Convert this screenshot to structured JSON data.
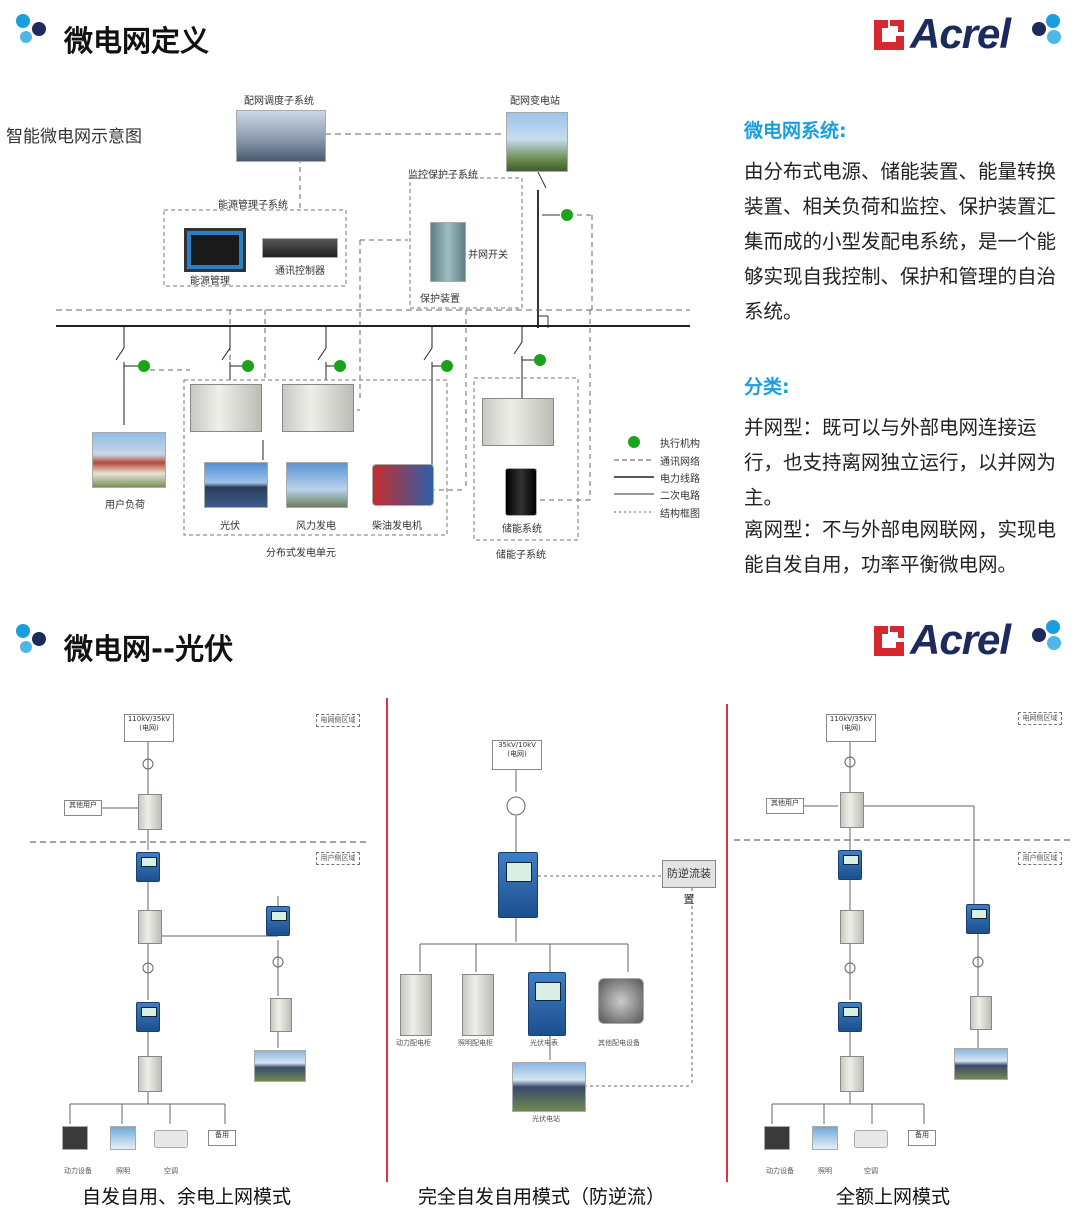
{
  "section1": {
    "title": "微电网定义",
    "logo_text": "Acrel",
    "diagram": {
      "main_label": "智能微电网示意图",
      "nodes": {
        "dispatch": "配网调度子系统",
        "substation": "配网变电站",
        "protection_sys": "监控保护子系统",
        "energy_mgmt_sys": "能源管理子系统",
        "energy_mgmt": "能源管理",
        "comm_controller": "通讯控制器",
        "grid_switch": "并网开关",
        "protection_device": "保护装置",
        "user_load": "用户负荷",
        "pv": "光伏",
        "wind": "风力发电",
        "diesel": "柴油发电机",
        "distributed_unit": "分布式发电单元",
        "storage_system": "储能系统",
        "storage_subsystem": "储能子系统"
      },
      "legend": [
        "执行机构",
        "通讯网络",
        "电力线路",
        "二次电路",
        "结构框图"
      ]
    },
    "side": {
      "heading1": "微电网系统:",
      "para1": "由分布式电源、储能装置、能量转换装置、相关负荷和监控、保护装置汇集而成的小型发配电系统，是一个能够实现自我控制、保护和管理的自治系统。",
      "heading2": "分类:",
      "para2": "并网型：既可以与外部电网连接运行，也支持离网独立运行，以并网为主。",
      "para3": "离网型：不与外部电网联网，实现电能自发自用，功率平衡微电网。"
    }
  },
  "section2": {
    "title": "微电网--光伏",
    "logo_text": "Acrel",
    "panels": [
      {
        "caption": "自发自用、余电上网模式",
        "grid": "110kV/35kV",
        "grid_sub": "(电网)",
        "grid_region": "电网侧区域",
        "user_region": "用户侧区域",
        "other_user": "其他用户",
        "loads": [
          "动力设备",
          "照明",
          "空调",
          "备用"
        ]
      },
      {
        "caption": "完全自发自用模式（防逆流）",
        "grid": "35kV/10kV",
        "grid_sub": "(电网)",
        "anti_backflow": "防逆流装置",
        "loads": [
          "动力配电柜",
          "照明配电柜",
          "光伏电表",
          "其他配电设备"
        ],
        "pv_station": "光伏电站"
      },
      {
        "caption": "全额上网模式",
        "grid": "110kV/35kV",
        "grid_sub": "(电网)",
        "grid_region": "电网侧区域",
        "user_region": "用户侧区域",
        "other_user": "其他用户",
        "loads": [
          "动力设备",
          "照明",
          "空调",
          "备用"
        ]
      }
    ]
  },
  "colors": {
    "title_blue": "#1a9ee0",
    "divider_red": "#d9334a",
    "indicator_green": "#1aa31a",
    "logo_red": "#d7282f",
    "logo_navy": "#1d2a5c"
  }
}
